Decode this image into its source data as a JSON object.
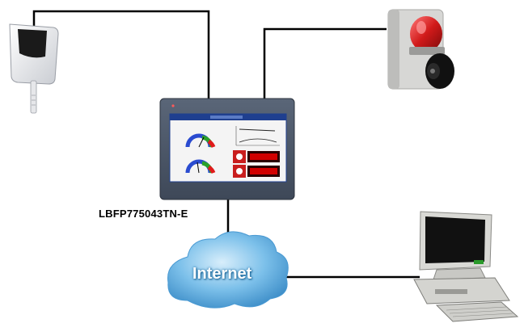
{
  "device": {
    "model_label": "LBFP775043TN-E"
  },
  "network": {
    "cloud_label": "Internet"
  },
  "nodes": [
    {
      "id": "sensor",
      "icon": "temperature-humidity-sensor-icon"
    },
    {
      "id": "alarm",
      "icon": "beacon-siren-icon"
    },
    {
      "id": "hmi",
      "icon": "touch-panel-hmi-icon"
    },
    {
      "id": "cloud",
      "icon": "internet-cloud-icon"
    },
    {
      "id": "computer",
      "icon": "desktop-computer-icon"
    }
  ],
  "colors": {
    "panel_bezel": "#4a5566",
    "screen_header": "#1f3f8f",
    "cloud_fill": "#6fb6e6",
    "beacon_red": "#d11a1a",
    "connector": "#000000"
  }
}
